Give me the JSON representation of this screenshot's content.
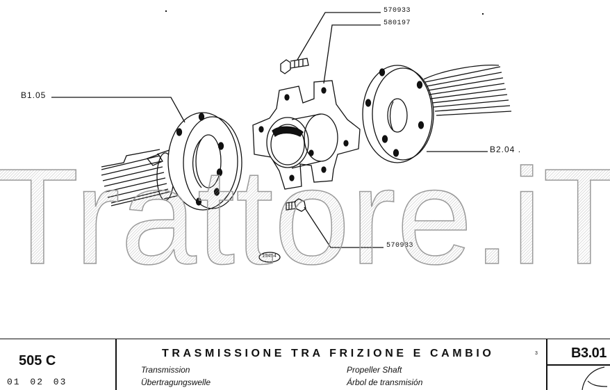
{
  "callouts": {
    "top_bolt": "570933",
    "coupling": "580197",
    "flange_left": "B1.05",
    "flange_right": "B2.04 .",
    "bottom_bolt": "570933",
    "drawing_number": "13454"
  },
  "watermark": "Trattore.iT",
  "footer": {
    "model": "505 C",
    "dates": "01 02 03",
    "title_it": "TRASMISSIONE TRA FRIZIONE E CAMBIO",
    "title_en": "Transmission",
    "title_de": "Übertragungswelle",
    "title_fr": "Propeller Shaft",
    "title_es": "Árbol de transmisión",
    "page": "3",
    "section": "B3.01"
  }
}
